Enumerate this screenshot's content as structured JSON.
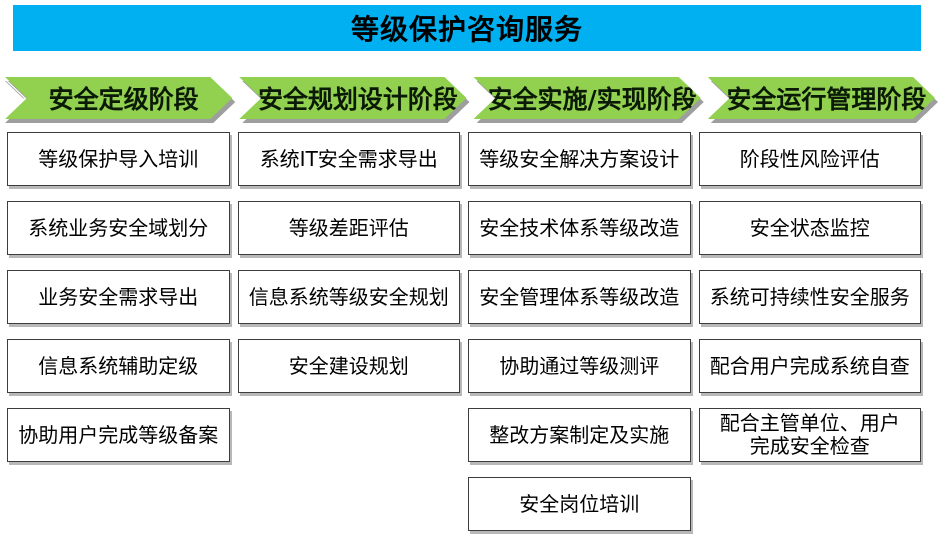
{
  "title": "等级保护咨询服务",
  "colors": {
    "banner_bg": "#00B0F0",
    "arrow_bg": "#92D050",
    "arrow_shadow": "#9e9e9e",
    "box_border": "#3d3d3d",
    "box_shadow": "#b8b8b8"
  },
  "phases": [
    {
      "label": "安全定级阶段",
      "items": [
        "等级保护导入培训",
        "系统业务安全域划分",
        "业务安全需求导出",
        "信息系统辅助定级",
        "协助用户完成等级备案"
      ]
    },
    {
      "label": "安全规划设计阶段",
      "items": [
        "系统IT安全需求导出",
        "等级差距评估",
        "信息系统等级安全规划",
        "安全建设规划"
      ]
    },
    {
      "label": "安全实施/实现阶段",
      "items": [
        "等级安全解决方案设计",
        "安全技术体系等级改造",
        "安全管理体系等级改造",
        "协助通过等级测评",
        "整改方案制定及实施",
        "安全岗位培训"
      ]
    },
    {
      "label": "安全运行管理阶段",
      "items": [
        "阶段性风险评估",
        "安全状态监控",
        "系统可持续性安全服务",
        "配合用户完成系统自查",
        "配合主管单位、用户\n完成安全检查"
      ]
    }
  ]
}
